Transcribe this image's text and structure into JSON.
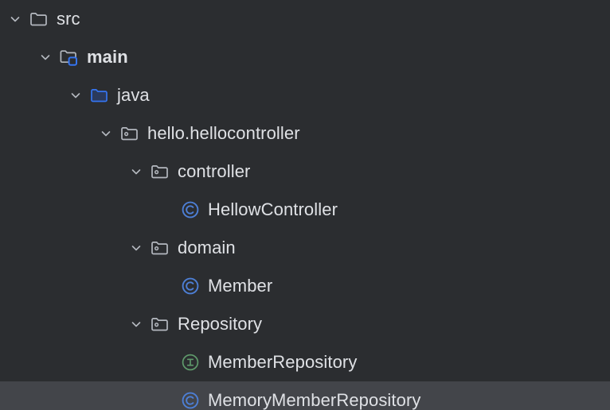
{
  "theme": {
    "background": "#2b2d30",
    "selection_background": "#43454a",
    "text_color": "#dfe1e5",
    "chevron_color": "#b4b8bf",
    "folder_outline_color": "#b4b8bf",
    "source_root_accent": "#3574f0",
    "class_icon_color": "#4d7fd6",
    "interface_icon_color": "#5f9a6b"
  },
  "tree": {
    "name": "project-tool-window-tree",
    "rows": [
      {
        "label": "src",
        "depth": 0,
        "icon": "folder-icon",
        "expanded": true,
        "bold": false,
        "selected": false
      },
      {
        "label": "main",
        "depth": 1,
        "icon": "folder-source-root-icon",
        "expanded": true,
        "bold": true,
        "selected": false
      },
      {
        "label": "java",
        "depth": 2,
        "icon": "folder-sources-blue-icon",
        "expanded": true,
        "bold": false,
        "selected": false
      },
      {
        "label": "hello.hellocontroller",
        "depth": 3,
        "icon": "package-icon",
        "expanded": true,
        "bold": false,
        "selected": false
      },
      {
        "label": "controller",
        "depth": 4,
        "icon": "package-icon",
        "expanded": true,
        "bold": false,
        "selected": false
      },
      {
        "label": "HellowController",
        "depth": 5,
        "icon": "java-class-icon",
        "expanded": null,
        "bold": false,
        "selected": false
      },
      {
        "label": "domain",
        "depth": 4,
        "icon": "package-icon",
        "expanded": true,
        "bold": false,
        "selected": false
      },
      {
        "label": "Member",
        "depth": 5,
        "icon": "java-class-icon",
        "expanded": null,
        "bold": false,
        "selected": false
      },
      {
        "label": "Repository",
        "depth": 4,
        "icon": "package-icon",
        "expanded": true,
        "bold": false,
        "selected": false
      },
      {
        "label": "MemberRepository",
        "depth": 5,
        "icon": "java-interface-icon",
        "expanded": null,
        "bold": false,
        "selected": false
      },
      {
        "label": "MemoryMemberRepository",
        "depth": 5,
        "icon": "java-class-icon",
        "expanded": null,
        "bold": false,
        "selected": true
      }
    ]
  }
}
